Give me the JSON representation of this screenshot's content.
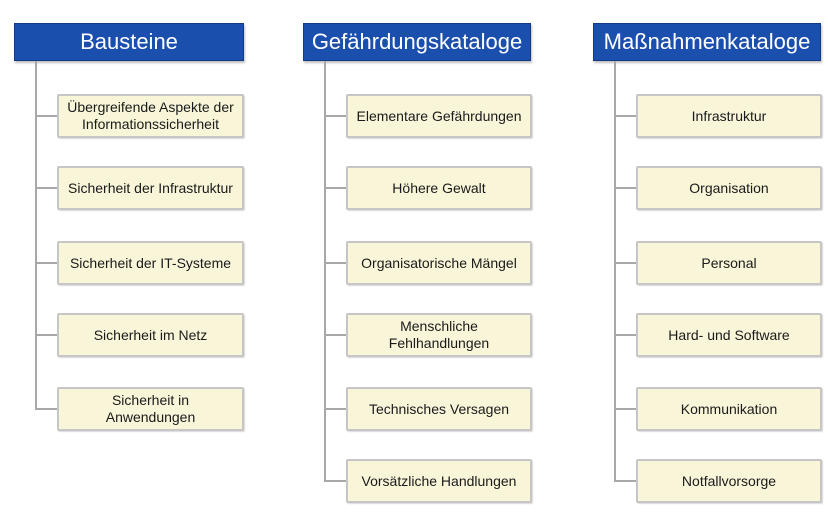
{
  "columns": [
    {
      "title": "Bausteine",
      "items": [
        "Übergreifende Aspekte der\nInformationssicherheit",
        "Sicherheit der Infrastruktur",
        "Sicherheit der IT-Systeme",
        "Sicherheit im Netz",
        "Sicherheit in\nAnwendungen"
      ]
    },
    {
      "title": "Gefährdungskataloge",
      "items": [
        "Elementare Gefährdungen",
        "Höhere Gewalt",
        "Organisatorische Mängel",
        "Menschliche\nFehlhandlungen",
        "Technisches Versagen",
        "Vorsätzliche Handlungen"
      ]
    },
    {
      "title": "Maßnahmenkataloge",
      "items": [
        "Infrastruktur",
        "Organisation",
        "Personal",
        "Hard- und Software",
        "Kommunikation",
        "Notfallvorsorge"
      ]
    }
  ],
  "colors": {
    "header_bg": "#1b4fae",
    "box_bg": "#f9f5d9",
    "box_border": "#c6c6c6",
    "connector": "#a8a8a8"
  }
}
